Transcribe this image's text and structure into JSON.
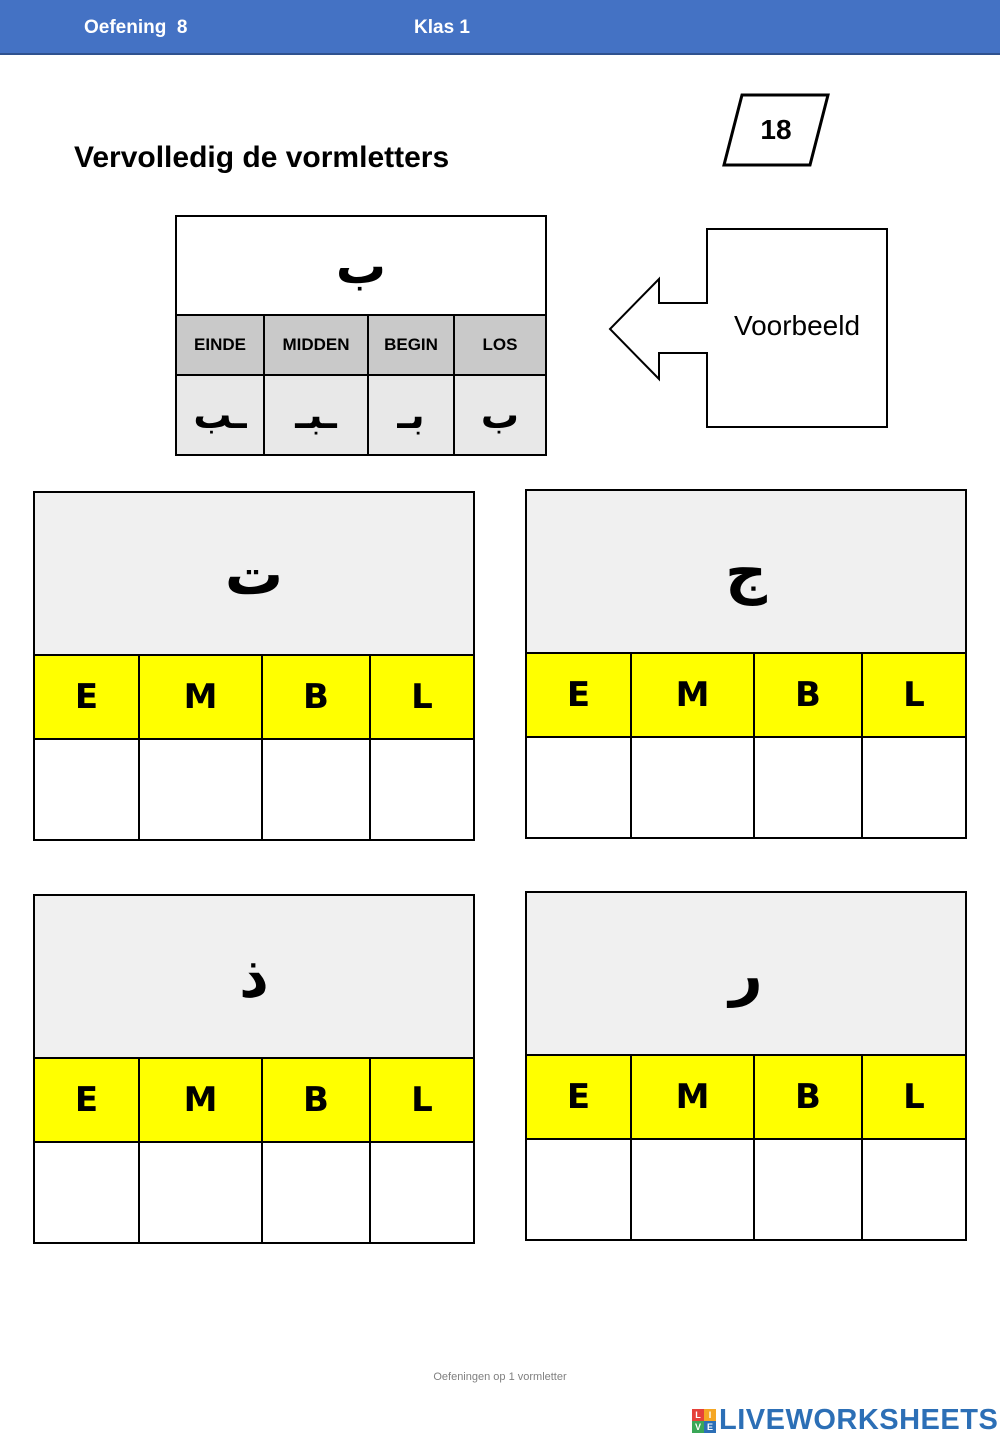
{
  "header": {
    "exercise": "Oefening  8",
    "class": "Klas 1"
  },
  "title": "Vervolledig de vormletters",
  "page_number": "18",
  "example": {
    "letter": "ب",
    "headers": [
      "EINDE",
      "MIDDEN",
      "BEGIN",
      "LOS"
    ],
    "forms": [
      "ـب",
      "ـبـ",
      "بـ",
      "ب"
    ],
    "label": "Voorbeeld"
  },
  "cards": [
    {
      "letter": "ت",
      "columns": [
        "E",
        "M",
        "B",
        "L"
      ]
    },
    {
      "letter": "ج",
      "columns": [
        "E",
        "M",
        "B",
        "L"
      ]
    },
    {
      "letter": "ذ",
      "columns": [
        "E",
        "M",
        "B",
        "L"
      ]
    },
    {
      "letter": "ر",
      "columns": [
        "E",
        "M",
        "B",
        "L"
      ]
    }
  ],
  "footer": "Oefeningen op 1 vormletter",
  "brand": {
    "name": "LIVEWORKSHEETS",
    "icon_letters": [
      "L",
      "I",
      "V",
      "E"
    ]
  }
}
